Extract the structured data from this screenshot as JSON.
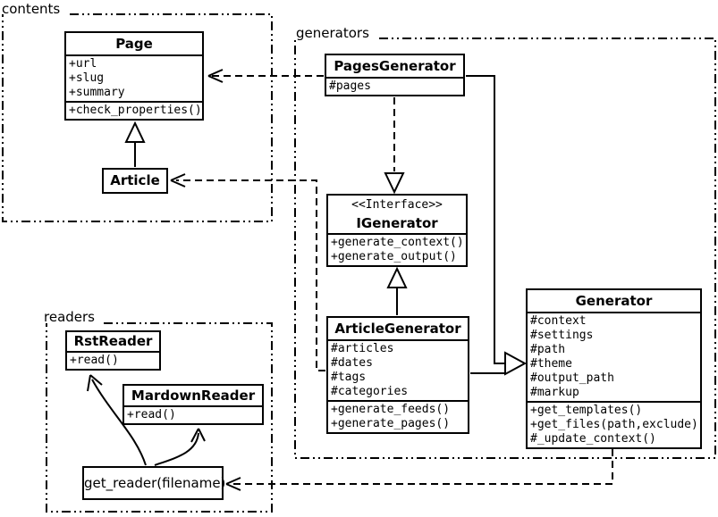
{
  "diagram": {
    "packages": {
      "contents": "contents",
      "generators": "generators",
      "readers": "readers"
    },
    "classes": {
      "page": {
        "name": "Page",
        "attributes": [
          "+url",
          "+slug",
          "+summary"
        ],
        "methods": [
          "+check_properties()"
        ]
      },
      "article": {
        "name": "Article"
      },
      "pages_generator": {
        "name": "PagesGenerator",
        "attributes": [
          "#pages"
        ]
      },
      "igenerator": {
        "stereotype": "<<Interface>>",
        "name": "IGenerator",
        "methods": [
          "+generate_context()",
          "+generate_output()"
        ]
      },
      "article_generator": {
        "name": "ArticleGenerator",
        "attributes": [
          "#articles",
          "#dates",
          "#tags",
          "#categories"
        ],
        "methods": [
          "+generate_feeds()",
          "+generate_pages()"
        ]
      },
      "generator": {
        "name": "Generator",
        "attributes": [
          "#context",
          "#settings",
          "#path",
          "#theme",
          "#output_path",
          "#markup"
        ],
        "methods": [
          "+get_templates()",
          "+get_files(path,exclude)",
          "#_update_context()"
        ]
      },
      "rst_reader": {
        "name": "RstReader",
        "methods": [
          "+read()"
        ]
      },
      "mardown_reader": {
        "name": "MardownReader",
        "methods": [
          "+read()"
        ]
      },
      "get_reader": {
        "label": "get_reader(filename)"
      }
    },
    "colors": {
      "line": "#000000",
      "background": "#ffffff"
    }
  }
}
